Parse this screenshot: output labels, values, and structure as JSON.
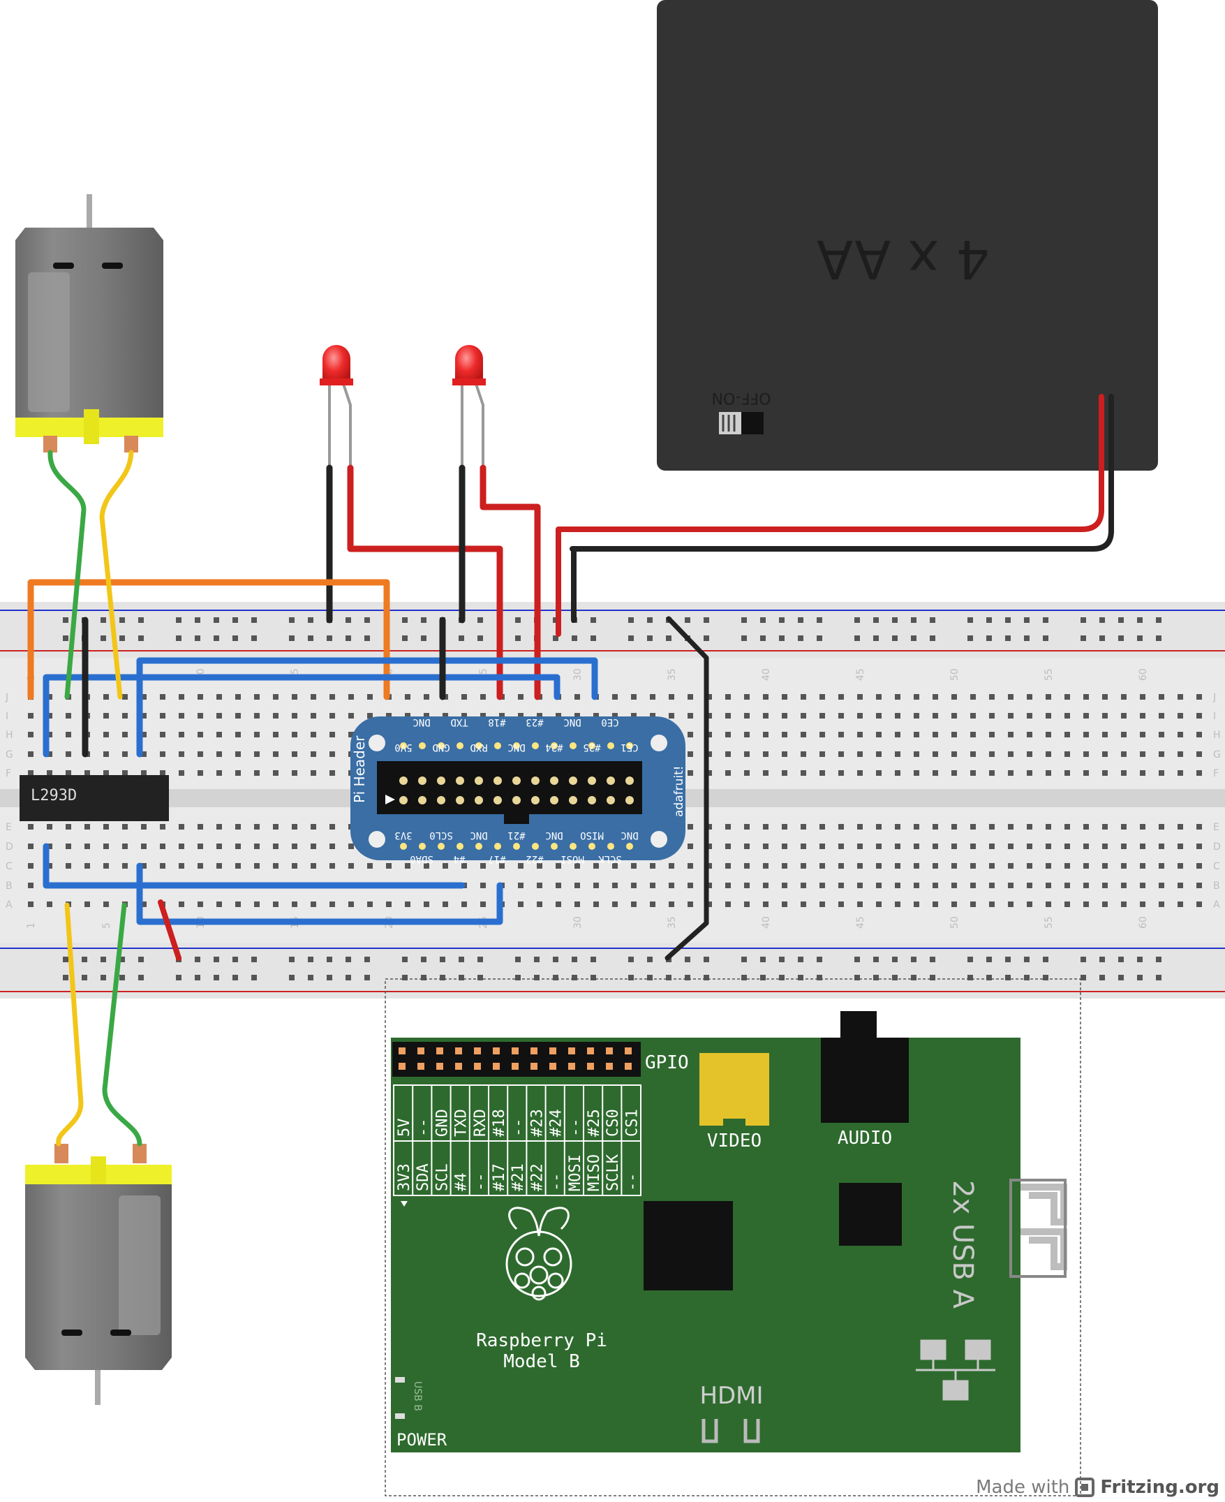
{
  "battery": {
    "label": "4 x AA",
    "switch_label": "OFF-ON"
  },
  "driver_chip": {
    "label": "L293D"
  },
  "pi_header": {
    "title": "Pi Header",
    "brand": "adafruit!",
    "top_row_labels": [
      "5V0",
      "GND",
      "RXD",
      "DNC",
      "#24",
      "#25",
      "CE1"
    ],
    "top_row_labels_2": [
      "DNC",
      "TXD",
      "#18",
      "#23",
      "DNC",
      "CE0"
    ],
    "bottom_row_labels": [
      "3V3",
      "SCL0",
      "DNC",
      "#21",
      "DNC",
      "MISO",
      "DNC"
    ],
    "bottom_row_labels_2": [
      "SDA0",
      "#4",
      "#17",
      "#22",
      "MOSI",
      "SCLK"
    ]
  },
  "breadboard": {
    "row_letters_top": [
      "J",
      "I",
      "H",
      "G",
      "F"
    ],
    "row_letters_bottom": [
      "E",
      "D",
      "C",
      "B",
      "A"
    ],
    "column_numbers": [
      "1",
      "5",
      "10",
      "15",
      "20",
      "25",
      "30",
      "35",
      "40",
      "45",
      "50",
      "55",
      "60"
    ]
  },
  "raspberry_pi": {
    "gpio_label": "GPIO",
    "pin_top": [
      "5V",
      "--",
      "GND",
      "TXD",
      "RXD",
      "#18",
      "--",
      "#23",
      "#24",
      "--",
      "#25",
      "CS0",
      "CS1"
    ],
    "pin_bottom": [
      "3V3",
      "SDA",
      "SCL",
      "#4",
      "--",
      "#17",
      "#21",
      "#22",
      "--",
      "MOSI",
      "MISO",
      "SCLK",
      "--"
    ],
    "video_label": "VIDEO",
    "audio_label": "AUDIO",
    "usb_label": "2x USB A",
    "name_line1": "Raspberry Pi",
    "name_line2": "Model B",
    "hdmi_label": "HDMI",
    "power_label": "POWER",
    "usb_b_label": "USB B"
  },
  "footer": {
    "made_with": "Made with",
    "brand": "Fritzing.org"
  },
  "colors": {
    "wire_red": "#cc1f1f",
    "wire_black": "#222222",
    "wire_blue": "#2a6fd0",
    "wire_orange": "#ee7a22",
    "wire_green": "#3aa845",
    "wire_yellow": "#f2c618",
    "pcb_green": "#2e6a2e",
    "header_blue": "#3a6ea5",
    "battery_black": "#333333"
  }
}
